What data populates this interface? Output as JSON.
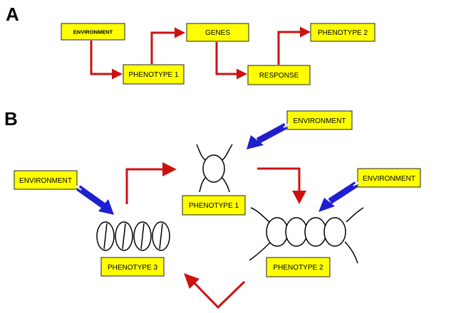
{
  "colors": {
    "box_fill": "#ffff00",
    "red_arrow": "#cc1111",
    "blue_arrow": "#1f1fd0"
  },
  "panel_a": {
    "letter": "A",
    "environment": "ENVIRONMENT",
    "phenotype1": "PHENOTYPE 1",
    "genes": "GENES",
    "response": "RESPONSE",
    "phenotype2": "PHENOTYPE 2"
  },
  "panel_b": {
    "letter": "B",
    "environment_top": "ENVIRONMENT",
    "environment_right": "ENVIRONMENT",
    "environment_left": "ENVIRONMENT",
    "phenotype1": "PHENOTYPE 1",
    "phenotype2": "PHENOTYPE 2",
    "phenotype3": "PHENOTYPE 3"
  },
  "icons": {
    "red": "red-arrow-icon",
    "blue": "blue-arrow-icon"
  }
}
